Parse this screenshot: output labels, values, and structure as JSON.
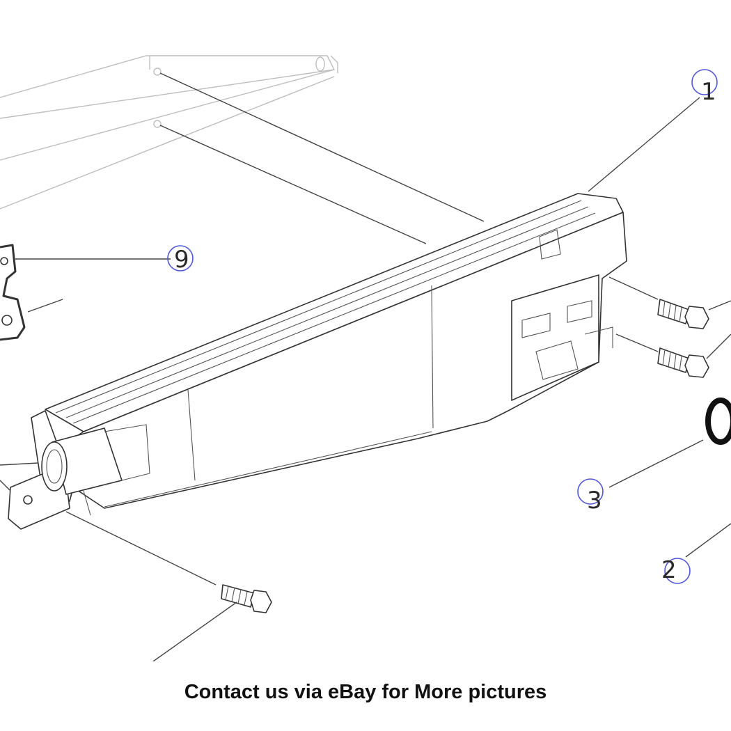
{
  "callouts": [
    {
      "id": "1",
      "label": "1"
    },
    {
      "id": "9",
      "label": "9"
    },
    {
      "id": "3",
      "label": "3"
    },
    {
      "id": "2",
      "label": "2"
    }
  ],
  "caption": "Contact us via eBay for More pictures",
  "colors": {
    "callout_ring": "#4f57e0",
    "line": "#333333",
    "ghost": "#bdbdbd"
  }
}
